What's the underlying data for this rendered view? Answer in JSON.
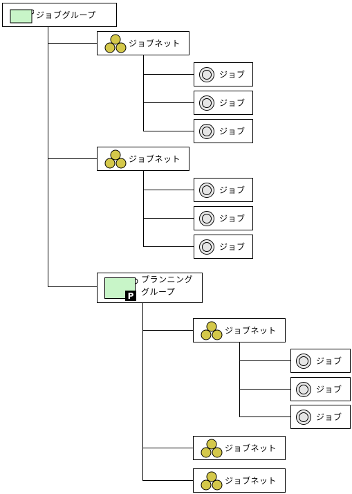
{
  "tree": {
    "root": {
      "label": "ジョブグループ"
    },
    "jobnet_a": {
      "label": "ジョブネット",
      "jobs": [
        "ジョブ",
        "ジョブ",
        "ジョブ"
      ]
    },
    "jobnet_b": {
      "label": "ジョブネット",
      "jobs": [
        "ジョブ",
        "ジョブ",
        "ジョブ"
      ]
    },
    "planning_group": {
      "label_line1": "プランニング",
      "label_line2": "グループ",
      "badge": "P",
      "jobnet_c": {
        "label": "ジョブネット",
        "jobs": [
          "ジョブ",
          "ジョブ",
          "ジョブ"
        ]
      },
      "jobnet_d": {
        "label": "ジョブネット"
      },
      "jobnet_e": {
        "label": "ジョブネット"
      }
    }
  },
  "colors": {
    "group_fill": "#c8f5c8",
    "jobnet_circle": "#d4c84a",
    "job_ring": "#e6e6e6"
  },
  "icons": {
    "group": "job-group-icon",
    "planning_group": "planning-group-icon",
    "jobnet": "jobnet-icon",
    "job": "job-icon"
  }
}
